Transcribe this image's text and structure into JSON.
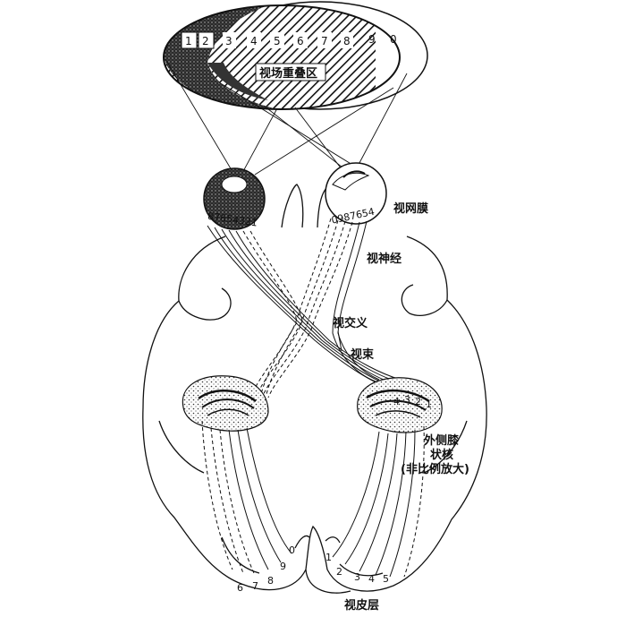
{
  "labels": {
    "overlap_zone": "视场重叠区",
    "retina": "视网膜",
    "optic_nerve": "视神经",
    "optic_chiasm": "视交义",
    "optic_tract": "视束",
    "lgn_line1": "外侧膝",
    "lgn_line2": "状核",
    "lgn_line3": "(非比例放大)",
    "cortex": "视皮层"
  },
  "visual_field_numbers": [
    "1",
    "2",
    "3",
    "4",
    "5",
    "6",
    "7",
    "8",
    "9",
    "0"
  ],
  "left_retina_numbers": "87654321",
  "right_retina_numbers": "0987654",
  "lgn_numbers": [
    "1",
    "2",
    "3",
    "4"
  ],
  "left_cortex_numbers": [
    "6",
    "7",
    "8",
    "9",
    "0"
  ],
  "right_cortex_numbers": [
    "1",
    "2",
    "3",
    "4",
    "5"
  ]
}
